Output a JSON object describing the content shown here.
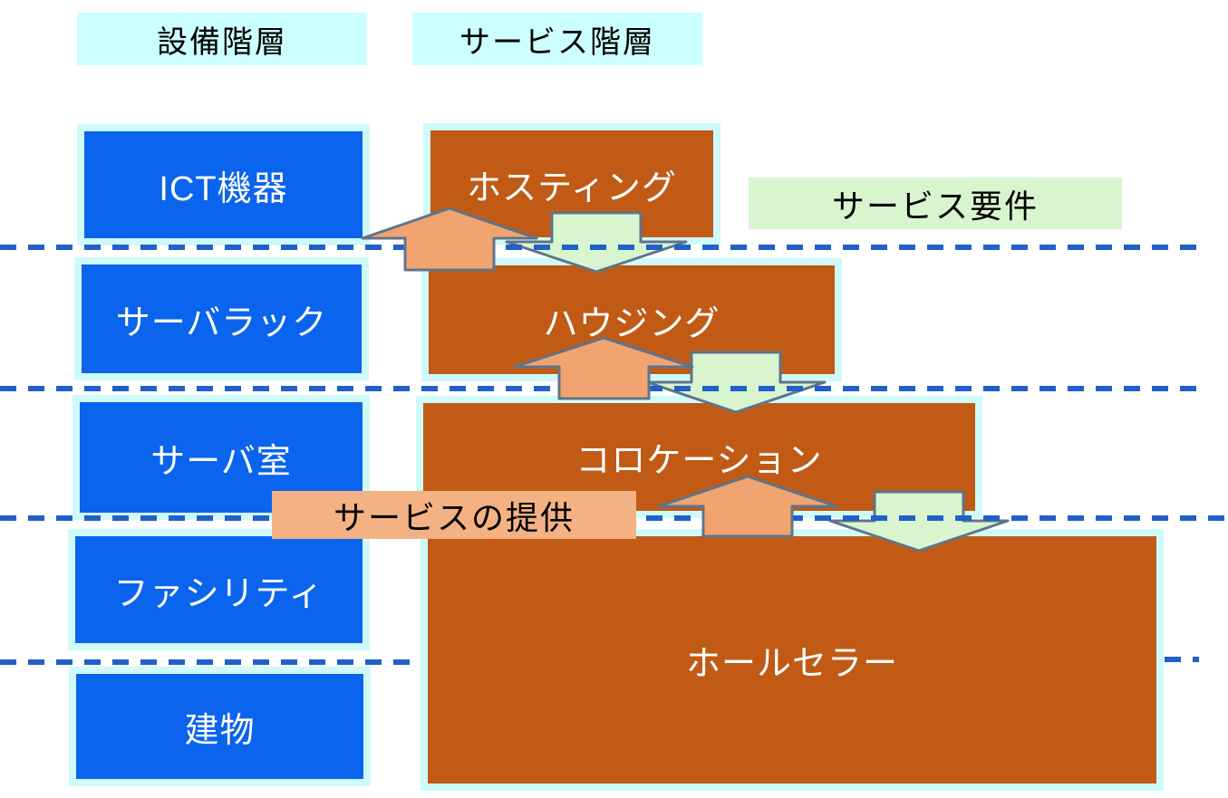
{
  "headers": {
    "facility": "設備階層",
    "service": "サービス階層"
  },
  "facility_layers": [
    {
      "label": "ICT機器"
    },
    {
      "label": "サーバラック"
    },
    {
      "label": "サーバ室"
    },
    {
      "label": "ファシリティ"
    },
    {
      "label": "建物"
    }
  ],
  "service_layers": [
    {
      "label": "ホスティング"
    },
    {
      "label": "ハウジング"
    },
    {
      "label": "コロケーション"
    },
    {
      "label": "ホールセラー"
    }
  ],
  "annotations": {
    "service_requirements": "サービス要件",
    "service_provision": "サービスの提供"
  },
  "colors": {
    "facility_box": "#0a64ed",
    "service_box": "#c05a15",
    "box_halo": "#cffafa",
    "header_bg": "#ccffff",
    "provision_arrow": "#f2a470",
    "requirements_arrow": "#d9f5cf",
    "arrow_outline": "#60748a",
    "boundary_line": "#2060c8",
    "label_provision_bg": "#f4b183",
    "label_requirements_bg": "#d9f5cf"
  }
}
